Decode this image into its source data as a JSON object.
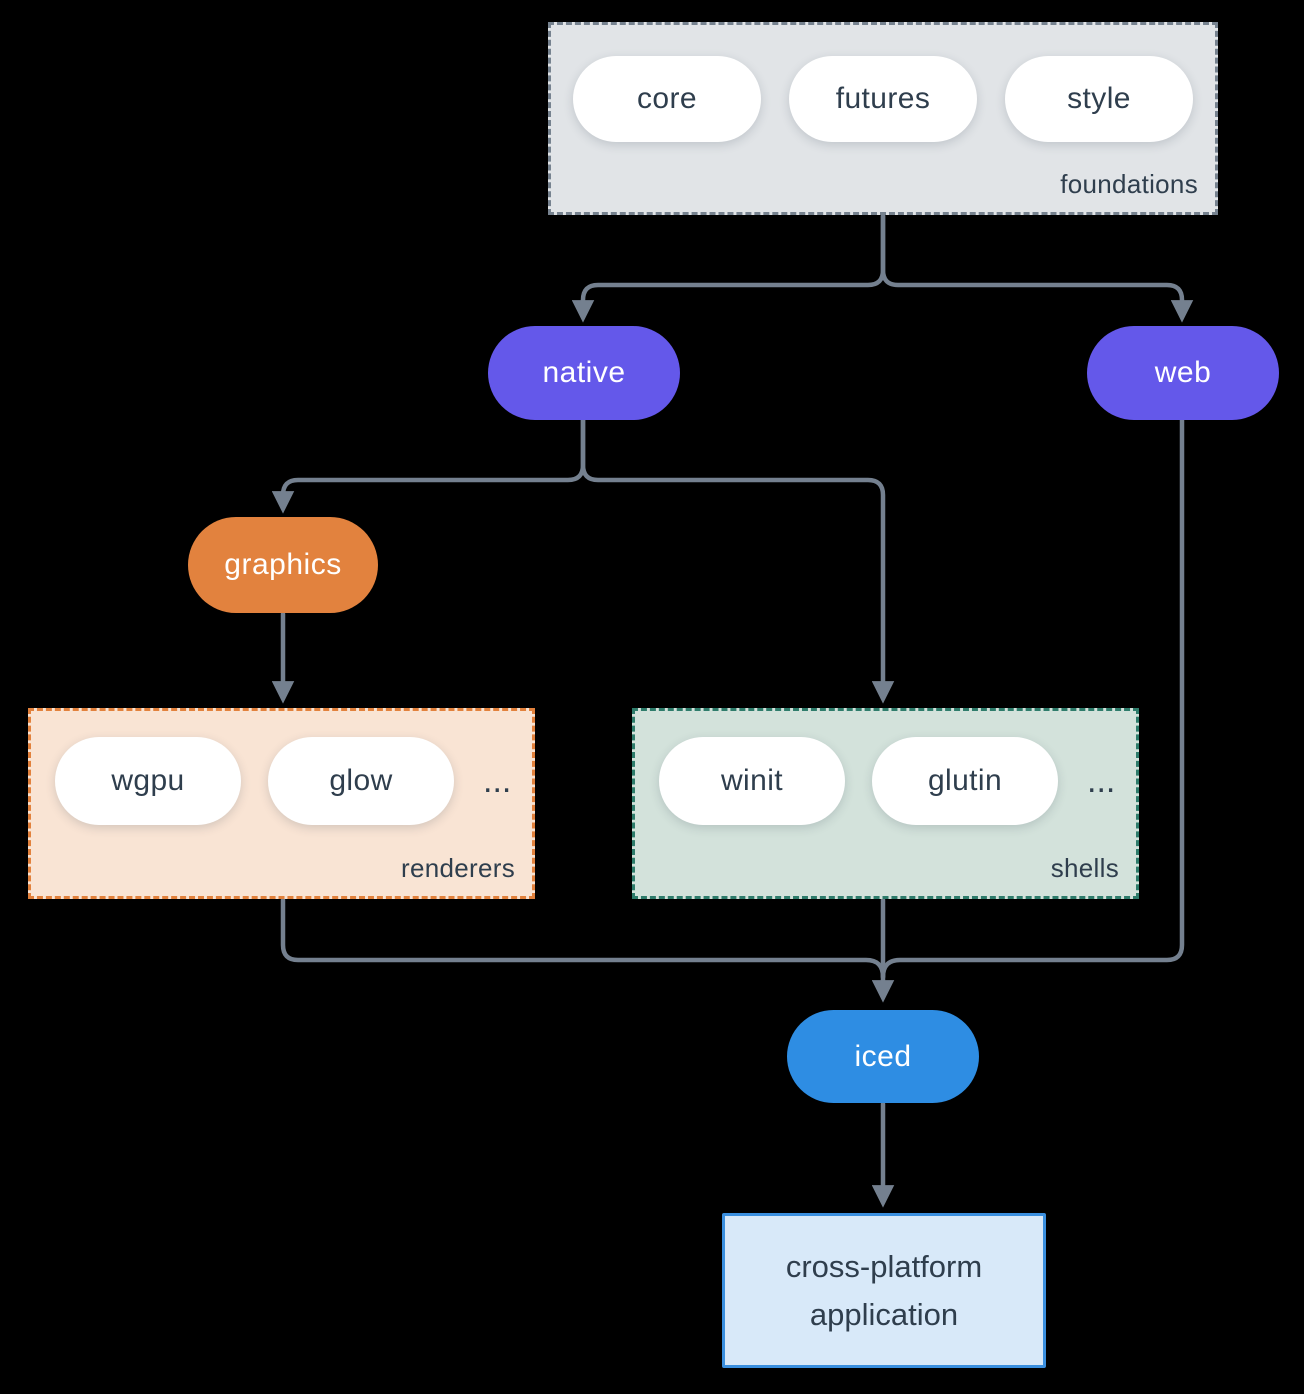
{
  "groups": {
    "foundations": {
      "label": "foundations",
      "pills": [
        "core",
        "futures",
        "style"
      ]
    },
    "renderers": {
      "label": "renderers",
      "pills": [
        "wgpu",
        "glow"
      ],
      "ellipsis": "..."
    },
    "shells": {
      "label": "shells",
      "pills": [
        "winit",
        "glutin"
      ],
      "ellipsis": "..."
    }
  },
  "nodes": {
    "native": "native",
    "web": "web",
    "graphics": "graphics",
    "iced": "iced",
    "application": "cross-platform application"
  },
  "colors": {
    "background": "#000000",
    "arrow": "#74808f",
    "purple": "#6458ea",
    "orange": "#e2823e",
    "blue": "#2e8de3",
    "foundations_fill": "#e1e4e7",
    "foundations_border": "#76828f",
    "renderers_fill": "#f9e4d4",
    "renderers_border": "#e2813c",
    "shells_fill": "#d3e2db",
    "shells_border": "#2e7c6b",
    "application_fill": "#d8e9f9",
    "application_border": "#3a8fdf",
    "text_dark": "#2f3e4d",
    "text_light": "#ffffff"
  }
}
